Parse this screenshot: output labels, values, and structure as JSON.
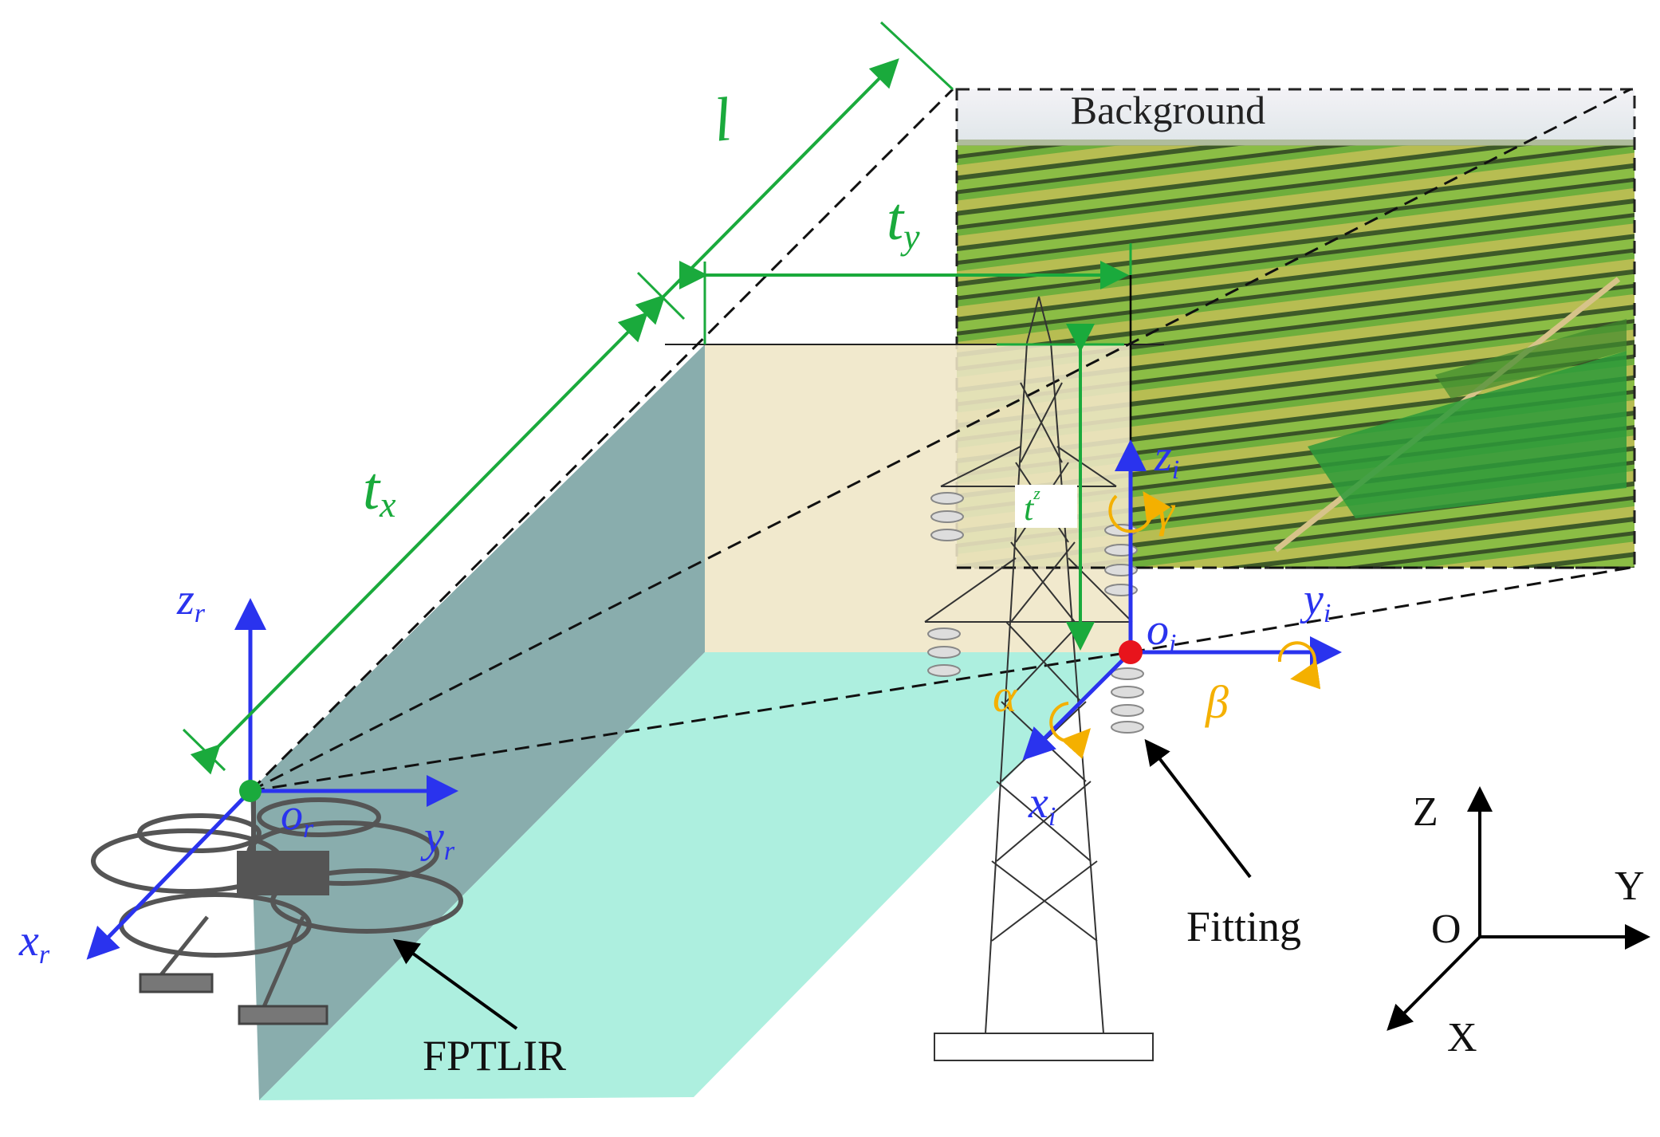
{
  "labels": {
    "l": "l",
    "tx": "t",
    "tx_sub": "x",
    "ty": "t",
    "ty_sub": "y",
    "tz": "t",
    "tz_sub": "z",
    "background": "Background",
    "fitting": "Fitting",
    "fptlir": "FPTLIR",
    "zr": "z",
    "zr_sub": "r",
    "yr": "y",
    "yr_sub": "r",
    "xr": "x",
    "xr_sub": "r",
    "or": "o",
    "or_sub": "r",
    "zi": "z",
    "zi_sub": "i",
    "yi": "y",
    "yi_sub": "i",
    "xi": "x",
    "xi_sub": "i",
    "oi": "o",
    "oi_sub": "i",
    "alpha": "α",
    "beta": "β",
    "gamma": "γ",
    "world_z": "Z",
    "world_y": "Y",
    "world_x": "X",
    "world_o": "O"
  },
  "colors": {
    "dimension_green": "#1aaa3c",
    "axis_blue": "#2a33ee",
    "rotation_orange": "#f4b000",
    "fitting_red": "#e8141c",
    "plane_side": "#7fa6a6",
    "plane_bottom": "#a9eedd",
    "plane_back": "#efe6c6"
  }
}
